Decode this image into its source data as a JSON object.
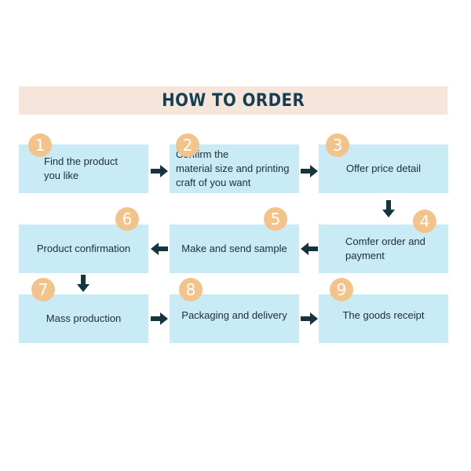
{
  "title": "HOW TO ORDER",
  "colors": {
    "banner_bg": "#f6e5da",
    "title": "#153f52",
    "box_bg": "#c8ebf6",
    "badge": "#f2c38a",
    "arrow": "#14343f"
  },
  "steps": [
    {
      "number": "1",
      "label": "Find the product\nyou like"
    },
    {
      "number": "2",
      "label": "Confirm the\nmaterial size and printing\ncraft of you want"
    },
    {
      "number": "3",
      "label": "Offer price detail"
    },
    {
      "number": "4",
      "label": "Comfer order and\npayment"
    },
    {
      "number": "5",
      "label": "Make and send sample"
    },
    {
      "number": "6",
      "label": "Product confirmation"
    },
    {
      "number": "7",
      "label": "Mass production"
    },
    {
      "number": "8",
      "label": "Packaging and delivery"
    },
    {
      "number": "9",
      "label": "The goods receipt"
    }
  ]
}
